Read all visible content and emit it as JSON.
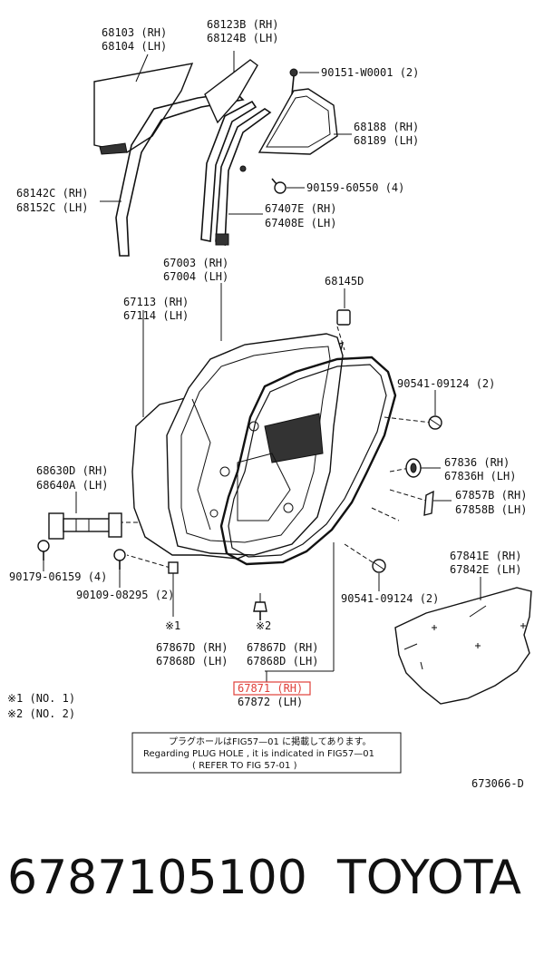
{
  "labels": {
    "l_68103": "68103 (RH)",
    "l_68104": "68104 (LH)",
    "l_68123B": "68123B (RH)",
    "l_68124B": "68124B (LH)",
    "l_90151": "90151-W0001 (2)",
    "l_68188": "68188 (RH)",
    "l_68189": "68189 (LH)",
    "l_90159": "90159-60550 (4)",
    "l_68142C": "68142C (RH)",
    "l_68152C": "68152C (LH)",
    "l_67407E": "67407E (RH)",
    "l_67408E": "67408E (LH)",
    "l_67003": "67003 (RH)",
    "l_67004": "67004 (LH)",
    "l_68145D": "68145D",
    "l_67113": "67113 (RH)",
    "l_67114": "67114 (LH)",
    "l_90541a": "90541-09124 (2)",
    "l_67836": "67836  (RH)",
    "l_67836H": "67836H (LH)",
    "l_68630D": "68630D (RH)",
    "l_68640A": "68640A (LH)",
    "l_67857B": "67857B (RH)",
    "l_67858B": "67858B (LH)",
    "l_67841E": "67841E (RH)",
    "l_67842E": "67842E (LH)",
    "l_90179": "90179-06159 (4)",
    "l_90109": "90109-08295 (2)",
    "l_90541b": "90541-09124 (2)",
    "l_star1": "※1",
    "l_star2": "※2",
    "l_67867D_a": "67867D (RH)",
    "l_67868D_a": "67868D (LH)",
    "l_67867D_b": "67867D (RH)",
    "l_67868D_b": "67868D (LH)",
    "l_67871": "67871 (RH)",
    "l_67872": "67872 (LH)",
    "l_note1": "※1  (NO. 1)",
    "l_note2": "※2  (NO. 2)",
    "l_fig": "673066-D"
  },
  "notice": {
    "line_jp": "プラグホールはFIG57—01 に掲載してあります。",
    "line_en": "Regarding PLUG HOLE , it is indicated in FIG57—01",
    "line_ref": "( REFER TO FIG 57-01 )"
  },
  "caption": {
    "part_number": "6787105100",
    "brand": "TOYOTA"
  },
  "colors": {
    "highlight": "#e0403a",
    "ink": "#111111"
  }
}
